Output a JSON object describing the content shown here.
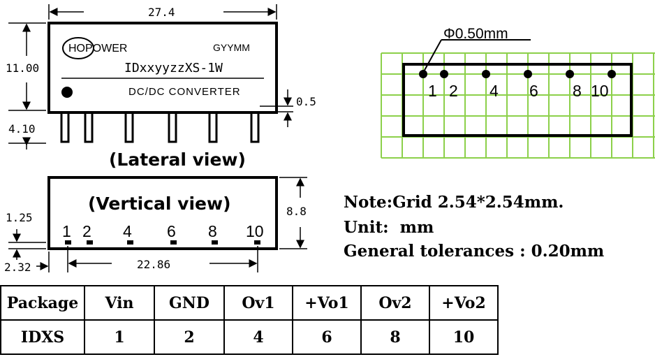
{
  "lateral": {
    "dim_length": "27.4",
    "dim_height": "11.00",
    "dim_pin_length": "4.10",
    "dim_pin_thickness": "0.5",
    "brand": "HOPOWER",
    "date_code": "GYYMM",
    "model": "IDxxyyzzXS-1W",
    "type": "DC/DC CONVERTER",
    "caption": "(Lateral view)"
  },
  "vertical": {
    "caption": "(Vertical view)",
    "dim_height": "8.8",
    "dim_pin_offset": "1.25",
    "dim_edge_offset": "2.32",
    "dim_pin_span": "22.86",
    "pin_numbers": [
      "1",
      "2",
      "4",
      "6",
      "8",
      "10"
    ]
  },
  "grid": {
    "pin_diameter": "Φ0.50mm",
    "pin_numbers": [
      "1",
      "2",
      "4",
      "6",
      "8",
      "10"
    ],
    "grid_color": "#8cd04a"
  },
  "notes": {
    "line1": "Note:Grid 2.54*2.54mm.",
    "line2": "Unit:  mm",
    "line3": "General tolerances : 0.20mm"
  },
  "pin_table": {
    "header": [
      "Package",
      "Vin",
      "GND",
      "Ov1",
      "+Vo1",
      "Ov2",
      "+Vo2"
    ],
    "row": [
      "IDXS",
      "1",
      "2",
      "4",
      "6",
      "8",
      "10"
    ]
  }
}
